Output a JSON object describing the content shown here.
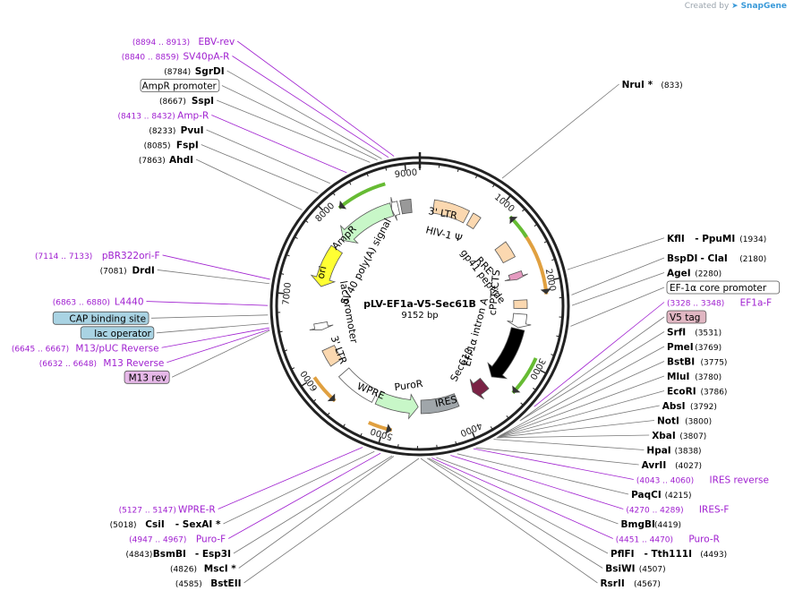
{
  "credit": {
    "prefix": "Created by",
    "brand": "SnapGene"
  },
  "plasmid": {
    "name": "pLV-EF1a-V5-Sec61B",
    "size_label": "9152 bp",
    "length": 9152
  },
  "ticks": [
    "1000",
    "2000",
    "3000",
    "4000",
    "5000",
    "6000",
    "7000",
    "8000",
    "9000"
  ],
  "colors": {
    "primer": "#a020d0",
    "site": "#000000",
    "leader": "#777777",
    "ring": "#222222"
  },
  "labels": [
    {
      "pos": 8903,
      "text": "EBV-rev",
      "range": "(8894 .. 8913)",
      "kind": "primer"
    },
    {
      "pos": 8849,
      "text": "SV40pA-R",
      "range": "(8840 .. 8859)",
      "kind": "primer"
    },
    {
      "pos": 8784,
      "text": "SgrDI",
      "num": "(8784)",
      "kind": "site"
    },
    {
      "pos": 8740,
      "text": "AmpR promoter",
      "kind": "box",
      "fill": "#ffffff"
    },
    {
      "pos": 8667,
      "text": "SspI",
      "num": "(8667)",
      "kind": "site"
    },
    {
      "pos": 8422,
      "text": "Amp-R",
      "range": "(8413 .. 8432)",
      "kind": "primer"
    },
    {
      "pos": 8233,
      "text": "PvuI",
      "num": "(8233)",
      "kind": "site"
    },
    {
      "pos": 8085,
      "text": "FspI",
      "num": "(8085)",
      "kind": "site"
    },
    {
      "pos": 7863,
      "text": "AhdI",
      "num": "(7863)",
      "kind": "site"
    },
    {
      "pos": 7123,
      "text": "pBR322ori-F",
      "range": "(7114 .. 7133)",
      "kind": "primer"
    },
    {
      "pos": 7081,
      "text": "DrdI",
      "num": "(7081)",
      "kind": "site"
    },
    {
      "pos": 6871,
      "text": "L4440",
      "range": "(6863 .. 6880)",
      "kind": "primer"
    },
    {
      "pos": 6780,
      "text": "CAP binding site",
      "kind": "box",
      "fill": "#a9d3e3"
    },
    {
      "pos": 6656,
      "text": "M13/pUC Reverse",
      "range": "(6645 .. 6667)",
      "kind": "primer"
    },
    {
      "pos": 6700,
      "text": "lac operator",
      "kind": "box",
      "fill": "#a9d3e3"
    },
    {
      "pos": 6640,
      "text": "M13 Reverse",
      "range": "(6632 .. 6648)",
      "kind": "primer"
    },
    {
      "pos": 6630,
      "text": "M13 rev",
      "kind": "box",
      "fill": "#e6b8e8"
    },
    {
      "pos": 833,
      "text": "NruI *",
      "num": "(833)",
      "kind": "site"
    },
    {
      "pos": 1934,
      "text": "KflI",
      "suffix": "- PpuMI",
      "num": "(1934)",
      "kind": "site"
    },
    {
      "pos": 2180,
      "text": "BspDI",
      "suffix": "- ClaI",
      "num": "(2180)",
      "kind": "site"
    },
    {
      "pos": 2280,
      "text": "AgeI",
      "num": "(2280)",
      "kind": "site"
    },
    {
      "pos": 2480,
      "text": "EF-1α core promoter",
      "kind": "box",
      "fill": "#ffffff"
    },
    {
      "pos": 3338,
      "text": "EF1a-F",
      "range": "(3328 .. 3348)",
      "kind": "primer"
    },
    {
      "pos": 3520,
      "text": "V5 tag",
      "kind": "box",
      "fill": "#e0b6c2"
    },
    {
      "pos": 3531,
      "text": "SrfI",
      "num": "(3531)",
      "kind": "site"
    },
    {
      "pos": 3769,
      "text": "PmeI",
      "num": "(3769)",
      "kind": "site"
    },
    {
      "pos": 3775,
      "text": "BstBI",
      "num": "(3775)",
      "kind": "site"
    },
    {
      "pos": 3780,
      "text": "MluI",
      "num": "(3780)",
      "kind": "site"
    },
    {
      "pos": 3786,
      "text": "EcoRI",
      "num": "(3786)",
      "kind": "site"
    },
    {
      "pos": 3792,
      "text": "AbsI",
      "num": "(3792)",
      "kind": "site"
    },
    {
      "pos": 3800,
      "text": "NotI",
      "num": "(3800)",
      "kind": "site"
    },
    {
      "pos": 3807,
      "text": "XbaI",
      "num": "(3807)",
      "kind": "site"
    },
    {
      "pos": 3838,
      "text": "HpaI",
      "num": "(3838)",
      "kind": "site"
    },
    {
      "pos": 4027,
      "text": "AvrII",
      "num": "(4027)",
      "kind": "site"
    },
    {
      "pos": 4052,
      "text": "IRES reverse",
      "range": "(4043 .. 4060)",
      "kind": "primer"
    },
    {
      "pos": 4215,
      "text": "PaqCI",
      "num": "(4215)",
      "kind": "site"
    },
    {
      "pos": 4280,
      "text": "IRES-F",
      "range": "(4270 .. 4289)",
      "kind": "primer"
    },
    {
      "pos": 4419,
      "text": "BmgBI",
      "num": "(4419)",
      "kind": "site"
    },
    {
      "pos": 4461,
      "text": "Puro-R",
      "range": "(4451 .. 4470)",
      "kind": "primer"
    },
    {
      "pos": 4493,
      "text": "PflFI",
      "suffix": "- Tth111I",
      "num": "(4493)",
      "kind": "site"
    },
    {
      "pos": 4507,
      "text": "BsiWI",
      "num": "(4507)",
      "kind": "site"
    },
    {
      "pos": 4567,
      "text": "RsrII",
      "num": "(4567)",
      "kind": "site"
    },
    {
      "pos": 4585,
      "text": "BstEII",
      "num": "(4585)",
      "kind": "site"
    },
    {
      "pos": 4826,
      "text": "MscI *",
      "num": "(4826)",
      "kind": "site"
    },
    {
      "pos": 4843,
      "text": "BsmBI",
      "suffix": "- Esp3I",
      "num": "(4843)",
      "kind": "site"
    },
    {
      "pos": 4957,
      "text": "Puro-F",
      "range": "(4947 .. 4967)",
      "kind": "primer"
    },
    {
      "pos": 5018,
      "text": "CsiI",
      "suffix": "- SexAI *",
      "num": "(5018)",
      "kind": "site"
    },
    {
      "pos": 5137,
      "text": "WPRE-R",
      "range": "(5127 .. 5147)",
      "kind": "primer"
    }
  ],
  "features": [
    {
      "name": "3' LTR",
      "start": 200,
      "end": 700,
      "color": "#fbd8b0",
      "dir": "none"
    },
    {
      "name": "HIV-1 Ψ",
      "start": 760,
      "end": 880,
      "color": "#fbd8b0",
      "dir": "none"
    },
    {
      "name": "RRE",
      "start": 1350,
      "end": 1590,
      "color": "#fbd8b0",
      "dir": "none"
    },
    {
      "name": "gp41 peptide",
      "start": 1800,
      "end": 1900,
      "color": "#e59ac0",
      "dir": "cw"
    },
    {
      "name": "cPPT/CTS",
      "start": 2200,
      "end": 2320,
      "color": "#fbd8b0",
      "dir": "none"
    },
    {
      "name": "EF-1α core promoter",
      "start": 2400,
      "end": 2600,
      "color": "#ffffff",
      "dir": "cw"
    },
    {
      "name": "EF-1α intron A",
      "start": 2620,
      "end": 3420,
      "color": "#000000",
      "dir": "cw"
    },
    {
      "name": "Sec61β",
      "start": 3560,
      "end": 3770,
      "color": "#7a2245",
      "dir": "cw"
    },
    {
      "name": "IRES",
      "start": 4030,
      "end": 4560,
      "color": "#a0a6aa",
      "dir": "none"
    },
    {
      "name": "PuroR",
      "start": 4600,
      "end": 5200,
      "color": "#c8f7c8",
      "dir": "ccw"
    },
    {
      "name": "WPRE",
      "start": 5250,
      "end": 5820,
      "color": "#ffffff",
      "dir": "none"
    },
    {
      "name": "3' LTR",
      "start": 6000,
      "end": 6240,
      "color": "#fbd8b0",
      "dir": "none"
    },
    {
      "name": "lac promoter",
      "start": 6520,
      "end": 6620,
      "color": "#ffffff",
      "dir": "ccw"
    },
    {
      "name": "ori",
      "start": 7150,
      "end": 7740,
      "color": "#ffff33",
      "dir": "ccw"
    },
    {
      "name": "AmpR",
      "start": 7900,
      "end": 8740,
      "color": "#c8f7c8",
      "dir": "ccw"
    },
    {
      "name": "AmpR promoter",
      "start": 8740,
      "end": 8840,
      "color": "#ffffff",
      "dir": "ccw"
    },
    {
      "name": "SV40 poly(A) signal",
      "start": 8880,
      "end": 9030,
      "color": "#999999",
      "dir": "none"
    }
  ],
  "feature_labels": [
    {
      "key": "ltr3a",
      "text": "3' LTR"
    },
    {
      "key": "hiv",
      "text": "HIV-1 Ψ"
    },
    {
      "key": "rre",
      "text": "RRE"
    },
    {
      "key": "gp41",
      "text": "gp41 peptide"
    },
    {
      "key": "cppt",
      "text": "cPPT/CTS"
    },
    {
      "key": "intron",
      "text": "EF-1α intron A"
    },
    {
      "key": "sec",
      "text": "Sec61β"
    },
    {
      "key": "ires",
      "text": "IRES"
    },
    {
      "key": "puro",
      "text": "PuroR"
    },
    {
      "key": "wpre",
      "text": "WPRE"
    },
    {
      "key": "ltr3b",
      "text": "3' LTR"
    },
    {
      "key": "lac",
      "text": "lac promoter"
    },
    {
      "key": "ori",
      "text": "ori"
    },
    {
      "key": "ampr",
      "text": "AmpR"
    },
    {
      "key": "sv40",
      "text": "SV40 poly(A) signal"
    }
  ],
  "primer_arcs": [
    {
      "start": 1400,
      "end": 2150,
      "color": "#e0a040",
      "dir": "cw"
    },
    {
      "start": 2900,
      "end": 3380,
      "color": "#66bb33",
      "dir": "cw"
    },
    {
      "start": 4900,
      "end": 5180,
      "color": "#e0a040",
      "dir": "ccw"
    },
    {
      "start": 5640,
      "end": 6000,
      "color": "#e0a040",
      "dir": "ccw"
    },
    {
      "start": 8150,
      "end": 8750,
      "color": "#66bb33",
      "dir": "ccw"
    },
    {
      "start": 1150,
      "end": 1450,
      "color": "#66bb33",
      "dir": "ccw"
    }
  ]
}
